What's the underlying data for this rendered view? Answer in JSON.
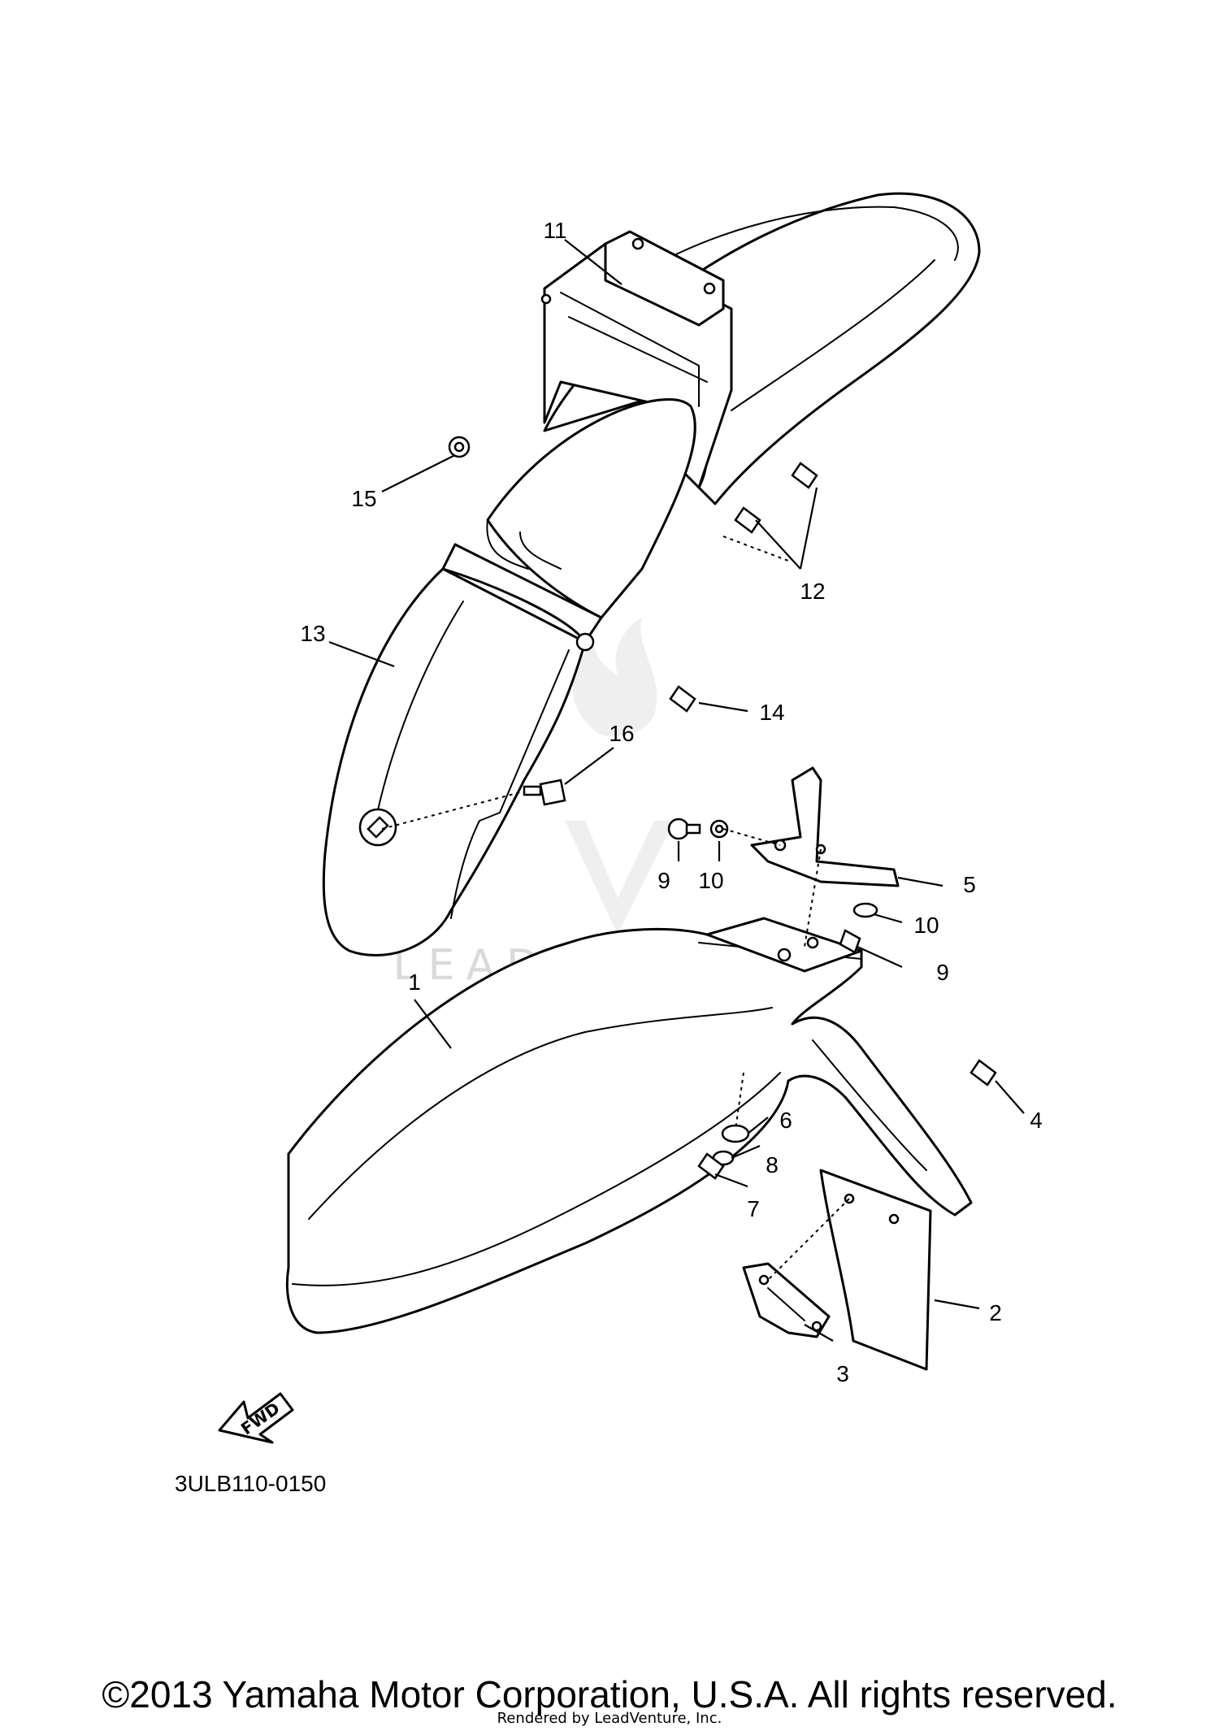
{
  "diagram": {
    "callouts": [
      "11",
      "15",
      "12",
      "13",
      "14",
      "16",
      "9",
      "10",
      "5",
      "10",
      "9",
      "1",
      "4",
      "6",
      "8",
      "7",
      "2",
      "3"
    ],
    "fwd_label": "FWD",
    "drawing_number": "3ULB110-0150",
    "watermark": "LEADVENTURE"
  },
  "footer": {
    "copyright": "©2013 Yamaha Motor Corporation, U.S.A. All rights reserved.",
    "rendered_by": "Rendered by LeadVenture, Inc."
  },
  "icons": [
    "leadventure-watermark-logo",
    "fwd-arrow-icon"
  ]
}
